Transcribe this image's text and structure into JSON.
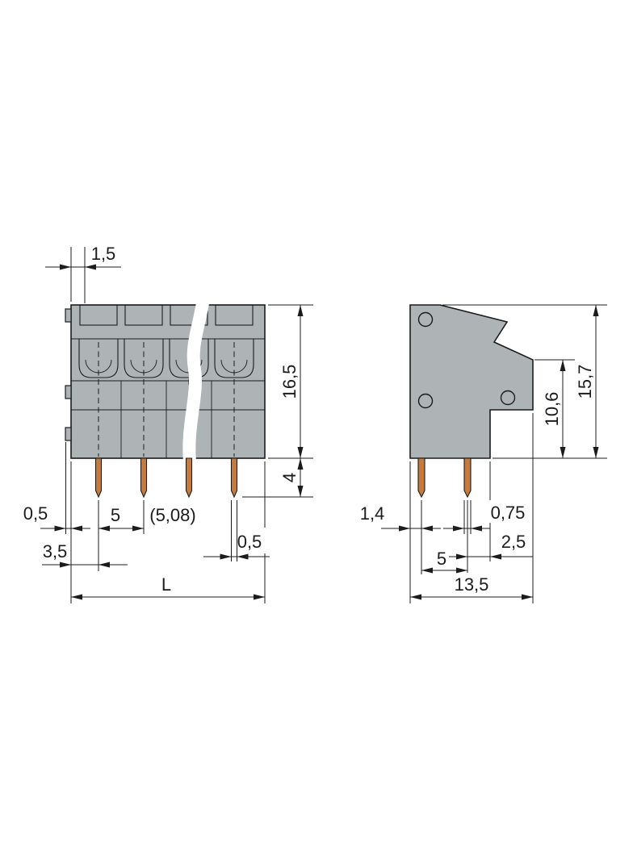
{
  "drawing": {
    "kind": "technical-dimension-drawing",
    "units": "mm",
    "colors": {
      "housing": "#aeb3b6",
      "pin": "#c47b3d",
      "line": "#1c1c1c",
      "background": "#ffffff"
    },
    "front_view": {
      "label": "front-view",
      "visible_poles": 4,
      "dims": {
        "slot_offset": "1,5",
        "housing_height": "16,5",
        "pin_length": "4",
        "latch_protrusion": "0,5",
        "pitch": "5",
        "pitch_alt": "(5,08)",
        "first_pin_offset": "3,5",
        "pin_width": "0,5",
        "overall_length": "L"
      }
    },
    "side_view": {
      "label": "side-view",
      "dims": {
        "overall_height": "15,7",
        "rear_height": "10,6",
        "front_offset": "1,4",
        "pin_width": "0,75",
        "rear_offset": "2,5",
        "pin_pitch": "5",
        "overall_depth": "13,5"
      }
    }
  }
}
